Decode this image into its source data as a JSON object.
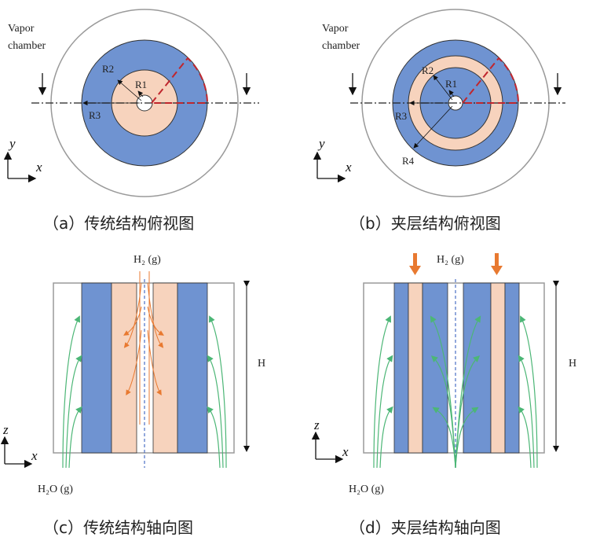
{
  "panels": {
    "a": {
      "caption": "（a）传统结构俯视图",
      "vapor_label_1": "Vapor",
      "vapor_label_2": "chamber",
      "r1": "R1",
      "r2": "R2",
      "r3": "R3",
      "axis_y": "y",
      "axis_x": "x"
    },
    "b": {
      "caption": "（b）夹层结构俯视图",
      "vapor_label_1": "Vapor",
      "vapor_label_2": "chamber",
      "r1": "R1",
      "r2": "R2",
      "r3": "R3",
      "r4": "R4",
      "axis_y": "y",
      "axis_x": "x"
    },
    "c": {
      "caption": "（c）传统结构轴向图",
      "h2_label": "H₂ (g)",
      "h2o_label": "H₂O (g)",
      "height_label": "H",
      "axis_z": "z",
      "axis_x": "x"
    },
    "d": {
      "caption": "（d）夹层结构轴向图",
      "h2_label": "H₂ (g)",
      "h2o_label": "H₂O (g)",
      "height_label": "H",
      "axis_z": "z",
      "axis_x": "x"
    }
  },
  "colors": {
    "blue": "#6f93d1",
    "peach": "#f7d3bd",
    "red_dash": "#c0262d",
    "green_arrow": "#4cb676",
    "orange_arrow": "#e87930",
    "outline": "#9a9a9a"
  }
}
